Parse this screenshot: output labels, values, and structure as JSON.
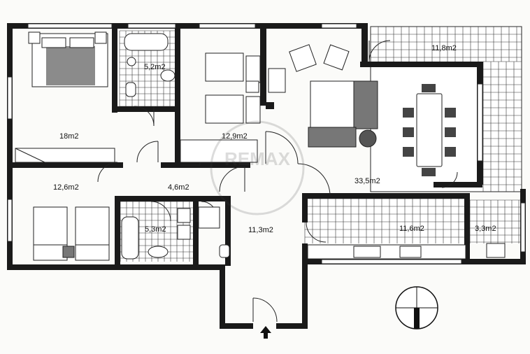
{
  "rooms": [
    {
      "id": "bedroom-master",
      "area": "18m2"
    },
    {
      "id": "bathroom-1",
      "area": "5,2m2"
    },
    {
      "id": "bedroom-2",
      "area": "12,9m2"
    },
    {
      "id": "terrace",
      "area": "11,8m2"
    },
    {
      "id": "bedroom-3",
      "area": "12,6m2"
    },
    {
      "id": "hall",
      "area": "4,6m2"
    },
    {
      "id": "living-dining",
      "area": "33,5m2"
    },
    {
      "id": "bathroom-2",
      "area": "5,3m2"
    },
    {
      "id": "entrance",
      "area": "11,3m2"
    },
    {
      "id": "kitchen",
      "area": "11,6m2"
    },
    {
      "id": "laundry",
      "area": "3,3m2"
    }
  ],
  "watermark": "REMAX"
}
